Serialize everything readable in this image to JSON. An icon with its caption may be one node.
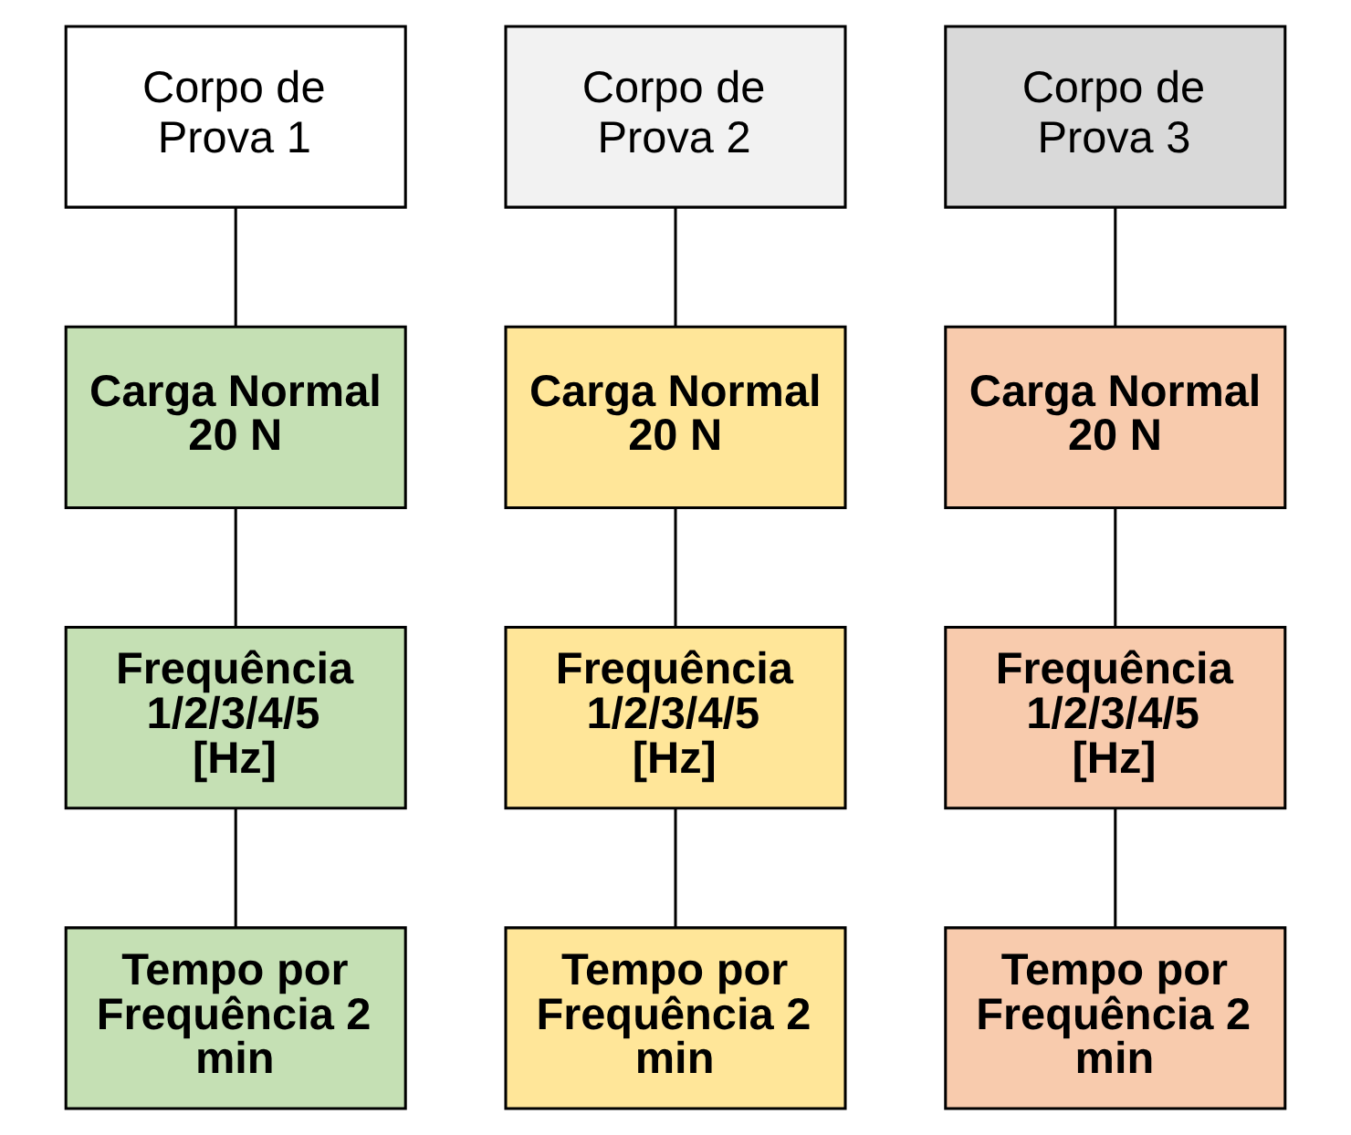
{
  "diagram": {
    "nodes": [
      {
        "text": [
          "Corpo de Prova 1"
        ]
      },
      {
        "text": [
          "Corpo de Prova 2"
        ]
      },
      {
        "text": [
          "Corpo de Prova 3"
        ]
      },
      {
        "text": [
          "Carga Normal 20 N"
        ]
      },
      {
        "text": [
          "Carga Normal 20 N"
        ]
      },
      {
        "text": [
          "Carga Normal 20 N"
        ]
      },
      {
        "text": [
          "Frequência 1/2/3/4/5 [Hz]"
        ]
      },
      {
        "text": [
          "Frequência 1/2/3/4/5 [Hz]"
        ]
      },
      {
        "text": [
          "Frequência 1/2/3/4/5 [Hz]"
        ]
      },
      {
        "text": [
          "Tempo por Frequência 2 min"
        ]
      },
      {
        "text": [
          "Tempo por Frequência 2 min"
        ]
      },
      {
        "text": [
          "Tempo por Frequência 2 min"
        ]
      }
    ],
    "edges": [
      {
        "from": 0,
        "to": 3,
        "arrow": "none"
      },
      {
        "from": 1,
        "to": 4,
        "arrow": "none"
      },
      {
        "from": 2,
        "to": 5,
        "arrow": "none"
      },
      {
        "from": 3,
        "to": 6,
        "arrow": "none"
      },
      {
        "from": 4,
        "to": 7,
        "arrow": "none"
      },
      {
        "from": 5,
        "to": 8,
        "arrow": "none"
      },
      {
        "from": 6,
        "to": 9,
        "arrow": "none"
      },
      {
        "from": 7,
        "to": 10,
        "arrow": "none"
      },
      {
        "from": 8,
        "to": 11,
        "arrow": "none"
      }
    ]
  }
}
